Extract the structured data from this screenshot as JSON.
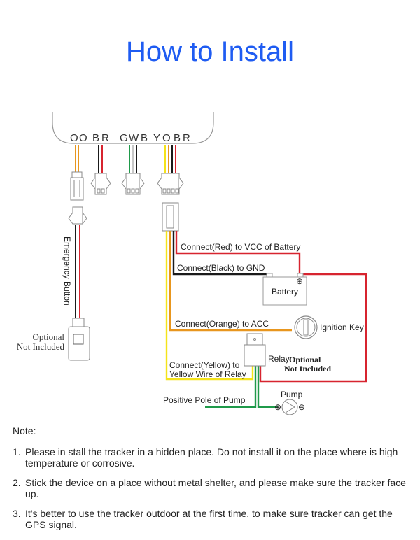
{
  "title": "How to Install",
  "device": {
    "pin_labels": [
      "O",
      "O",
      "B",
      "R",
      "G",
      "W",
      "B",
      "Y",
      "O",
      "B",
      "R"
    ]
  },
  "wire_colors": {
    "orange": "#e8961e",
    "black": "#1a1a1a",
    "red": "#d7242f",
    "green": "#1f9a4a",
    "white": "#c8c8c8",
    "yellow": "#f4e31a"
  },
  "emergency": {
    "label": "Emergency Button",
    "optional": "Optional",
    "not_included": "Not Included"
  },
  "labels": {
    "red_vcc": "Connect(Red) to VCC of Battery",
    "black_gnd": "Connect(Black) to GND",
    "battery": "Battery",
    "orange_acc": "Connect(Orange) to ACC",
    "ignition_key": "Ignition Key",
    "relay": "Relay",
    "relay_optional": "Optional",
    "relay_not_included": "Not Included",
    "yellow_line1": "Connect(Yellow) to",
    "yellow_line2": "Yellow Wire of Relay",
    "pump": "Pump",
    "positive_pole": "Positive Pole of Pump"
  },
  "notes": {
    "heading": "Note:",
    "items": [
      {
        "num": "1.",
        "text": "Please in stall the tracker in a hidden place. Do not install it on the place where is high temperature or corrosive."
      },
      {
        "num": "2.",
        "text": "Stick the device on a place without metal shelter, and please make sure the tracker face up."
      },
      {
        "num": "3.",
        "text": "It's better to use the tracker outdoor at the first time, to make sure tracker can get the GPS signal."
      }
    ]
  }
}
